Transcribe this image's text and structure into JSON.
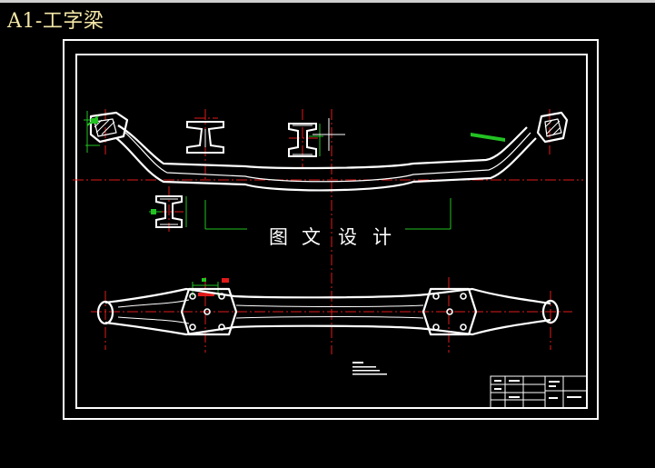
{
  "caption": "A1-工字梁",
  "watermark_chars": [
    "图",
    "文",
    "设",
    "计"
  ],
  "colors": {
    "background": "#000000",
    "frame": "#ffffff",
    "centerline": "#e01a1a",
    "dimension": "#22c222",
    "caption": "#f5e7a6"
  }
}
